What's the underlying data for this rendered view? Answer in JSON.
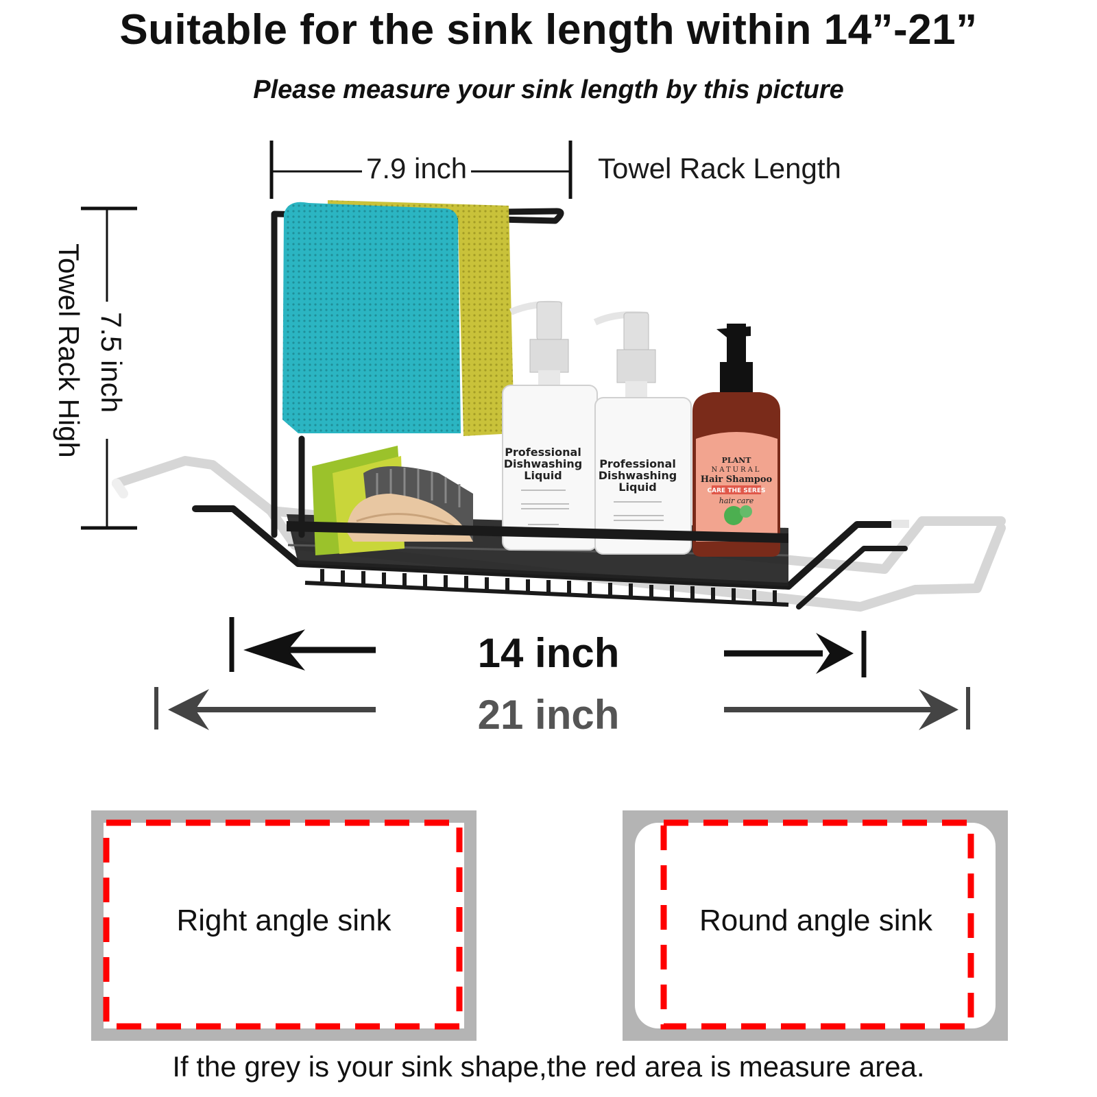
{
  "header": {
    "title": "Suitable for the sink length within 14”-21”",
    "subtitle": "Please measure your sink length by this picture"
  },
  "dimensions": {
    "width_label": "7.9 inch",
    "width_caption": "Towel Rack Length",
    "height_label": "7.5 inch",
    "height_caption": "Towel Rack High",
    "min_length": "14 inch",
    "max_length": "21 inch"
  },
  "product": {
    "bottle_1": {
      "line1": "Professional",
      "line2": "Dishwashing",
      "line3": "Liquid"
    },
    "bottle_2": {
      "line1": "Professional",
      "line2": "Dishwashing",
      "line3": "Liquid"
    },
    "bottle_3": {
      "line1": "PLANT",
      "line2": "NATURAL",
      "line3": "Hair Shampoo",
      "line4": "CARE THE SERES",
      "line5": "hair care"
    }
  },
  "sinks": {
    "right_angle": "Right angle sink",
    "round_angle": "Round angle sink"
  },
  "footer": "If the grey is your sink shape,the red area is measure area.",
  "colors": {
    "text": "#111111",
    "grey_dim": "#555555",
    "sink_grey": "#b4b4b4",
    "measure_red": "#ff0000",
    "towel_teal": "#2bb5c2",
    "towel_yellow": "#c9c23a",
    "rack_black": "#1a1a1a",
    "shampoo_brown": "#7a2b1a"
  }
}
